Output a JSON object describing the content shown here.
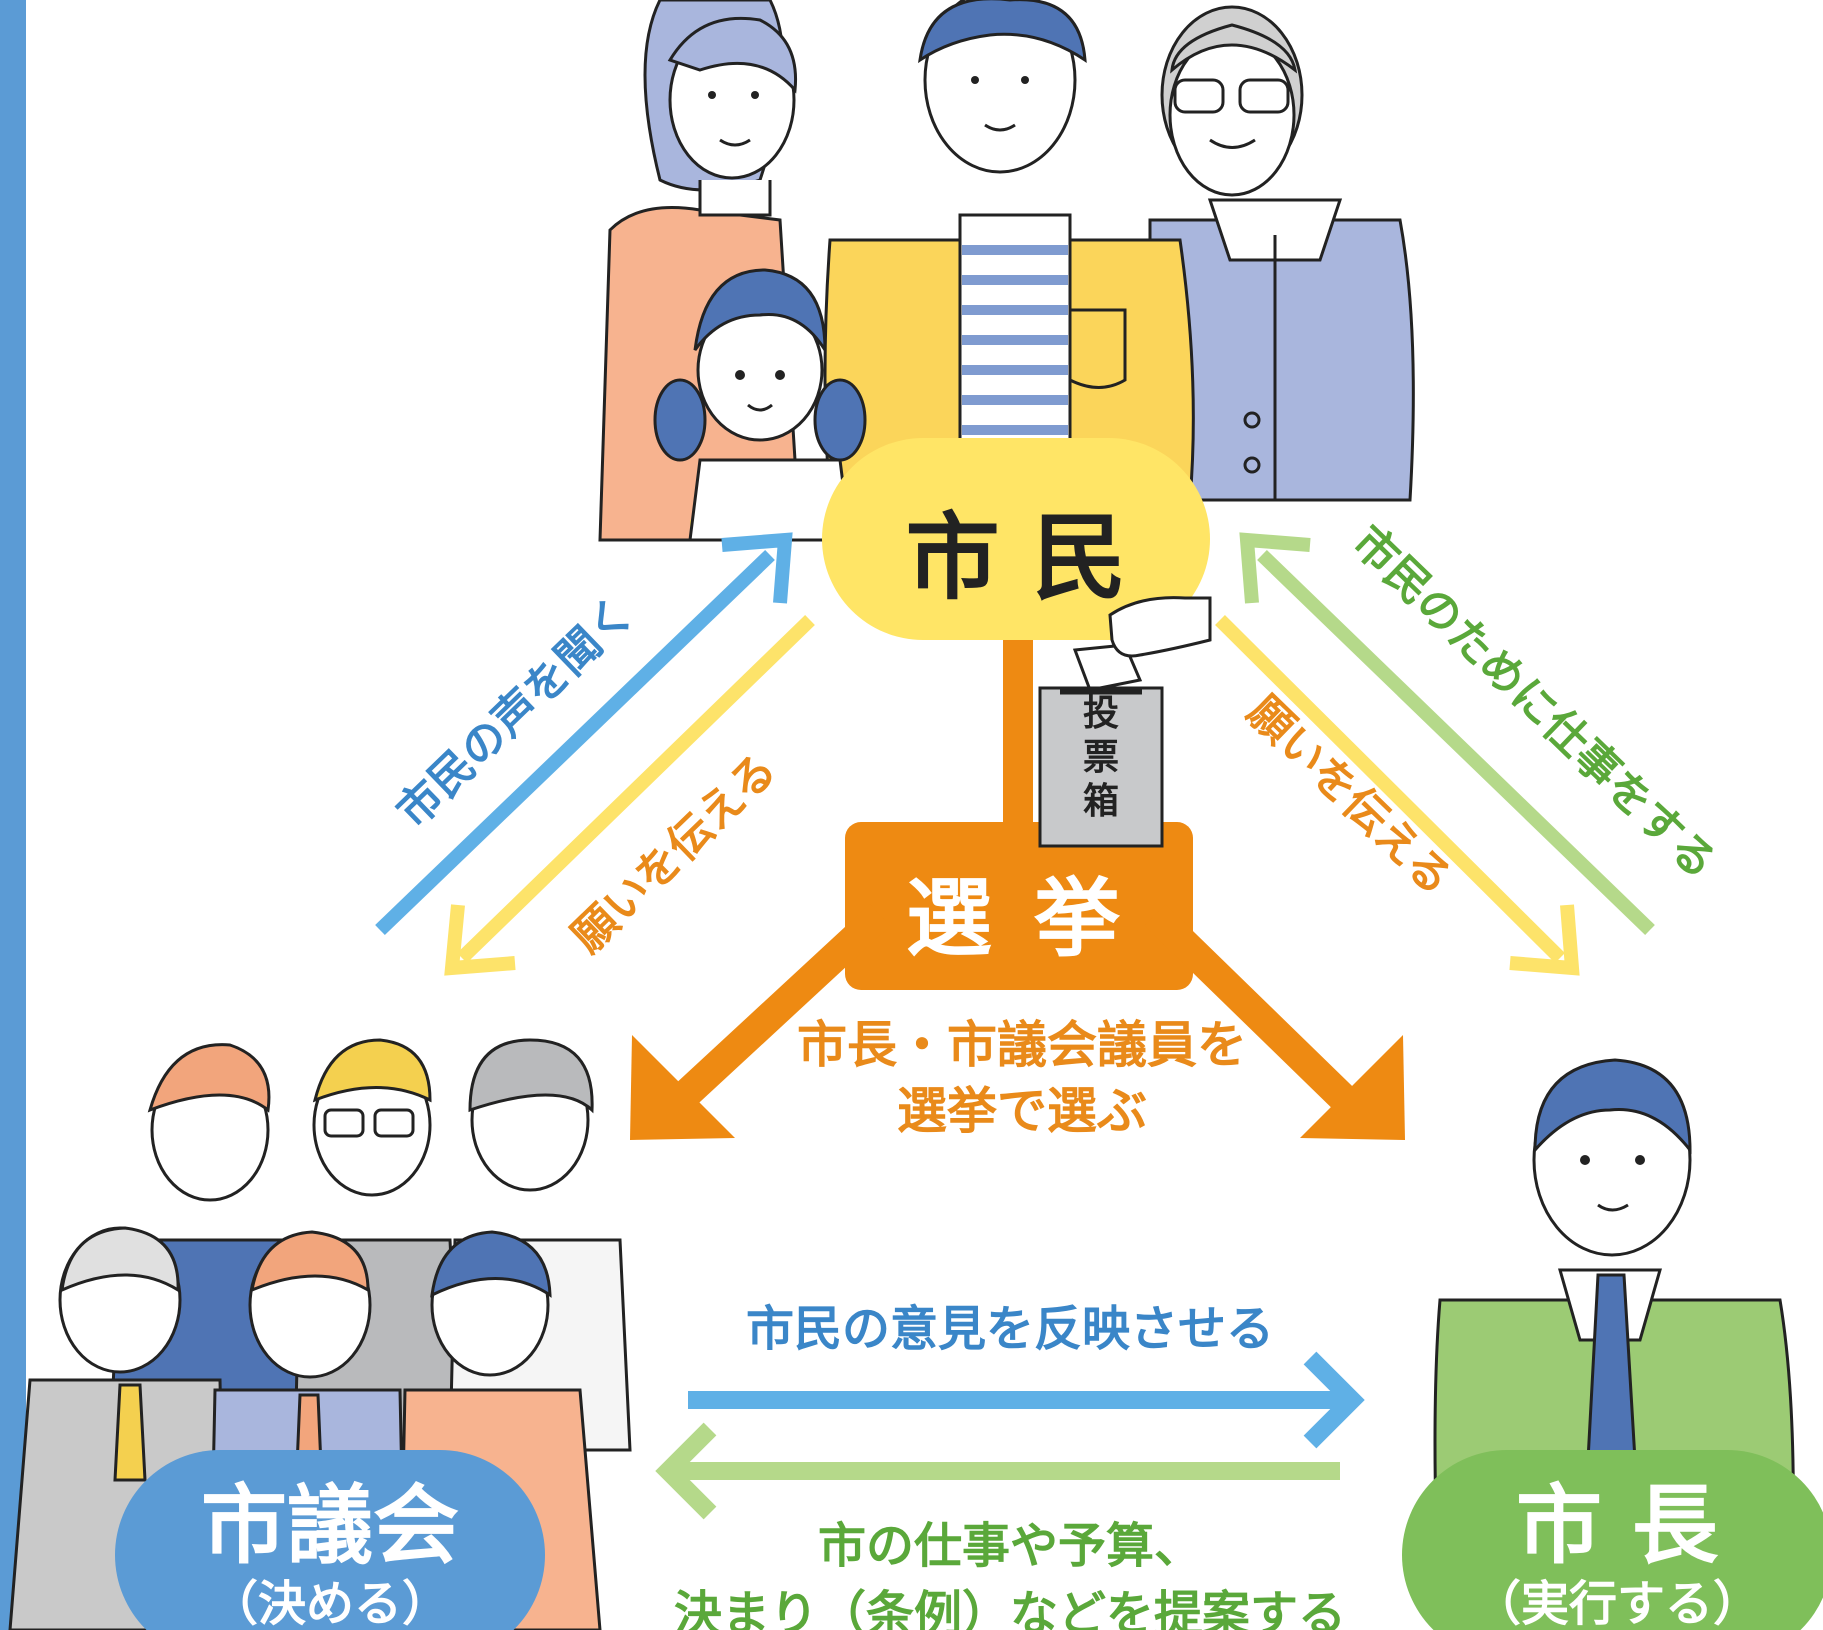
{
  "colors": {
    "bar": "#5b9bd5",
    "blue": "#5fb0e6",
    "blue_text": "#3a86c8",
    "yellow": "#fde36a",
    "orange": "#ee8a12",
    "orange_text": "#e98a1a",
    "green": "#b5d98a",
    "green_text": "#5aa83a",
    "citizen_pill": "#ffe566",
    "council_pill": "#5b9bd5",
    "mayor_pill": "#7fbf5a",
    "election_box": "#ee8a12",
    "ballot_box": "#c8c9cb"
  },
  "nodes": {
    "citizens": {
      "label": "市 民"
    },
    "election": {
      "label": "選 挙",
      "ballot_box": "投票箱"
    },
    "council": {
      "label": "市議会",
      "role": "（決める）"
    },
    "mayor": {
      "label": "市 長",
      "role": "（実行する）"
    }
  },
  "arrows": {
    "council_to_citizens": "市民の声を聞く",
    "citizens_to_council": "願いを伝える",
    "citizens_to_mayor": "願いを伝える",
    "mayor_to_citizens": "市民のために仕事をする",
    "election_caption": [
      "市長・市議会議員を",
      "選挙で選ぶ"
    ],
    "council_to_mayor": "市民の意見を反映させる",
    "mayor_to_council": [
      "市の仕事や予算、",
      "決まり（条例）などを提案する"
    ]
  },
  "illustrations": {
    "citizens": "citizen-family-illustration",
    "council": "council-members-illustration",
    "mayor": "mayor-illustration"
  }
}
